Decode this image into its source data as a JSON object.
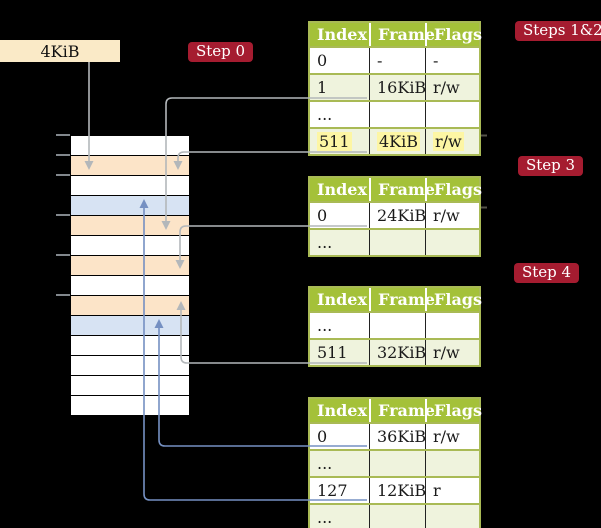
{
  "pointer_box": {
    "label": "4KiB"
  },
  "badges": {
    "step0": "Step 0",
    "steps12": "Steps 1&2",
    "step3": "Step 3",
    "step4": "Step 4"
  },
  "memory": {
    "description": "physical memory stack, one row per 4KiB frame",
    "row_colors": [
      "white",
      "peach",
      "white",
      "blue",
      "peach",
      "white",
      "peach",
      "white",
      "peach",
      "blue",
      "white",
      "white",
      "white",
      "white"
    ]
  },
  "tables": [
    {
      "badge": "Steps 1&2",
      "headers": [
        "Index",
        "Frame",
        "Flags"
      ],
      "rows": [
        {
          "index": "0",
          "frame": "-",
          "flags": "-"
        },
        {
          "index": "1",
          "frame": "16KiB",
          "flags": "r/w"
        },
        {
          "index": "...",
          "frame": "",
          "flags": ""
        },
        {
          "index": "511",
          "frame": "4KiB",
          "flags": "r/w",
          "highlighted": true
        }
      ]
    },
    {
      "badge": "Step 3",
      "headers": [
        "Index",
        "Frame",
        "Flags"
      ],
      "rows": [
        {
          "index": "0",
          "frame": "24KiB",
          "flags": "r/w"
        },
        {
          "index": "...",
          "frame": "",
          "flags": ""
        }
      ]
    },
    {
      "badge": "Step 4",
      "headers": [
        "Index",
        "Frame",
        "Flags"
      ],
      "rows": [
        {
          "index": "...",
          "frame": "",
          "flags": ""
        },
        {
          "index": "511",
          "frame": "32KiB",
          "flags": "r/w"
        }
      ]
    },
    {
      "badge": "",
      "headers": [
        "Index",
        "Frame",
        "Flags"
      ],
      "rows": [
        {
          "index": "0",
          "frame": "36KiB",
          "flags": "r/w"
        },
        {
          "index": "...",
          "frame": "",
          "flags": ""
        },
        {
          "index": "127",
          "frame": "12KiB",
          "flags": "r"
        },
        {
          "index": "...",
          "frame": "",
          "flags": ""
        }
      ]
    }
  ],
  "colors": {
    "badge": "#a51c30",
    "table_header": "#a4c139",
    "table_border": "#a9ba55",
    "row_shade": "#eff3dd",
    "highlight": "#fdf6a4",
    "pointer_box": "#faeac7",
    "frame_page_table": "#fce4c8",
    "frame_data": "#d7e3f3",
    "arrow_gray": "#b3b7ba",
    "arrow_blue": "#7590c2"
  }
}
